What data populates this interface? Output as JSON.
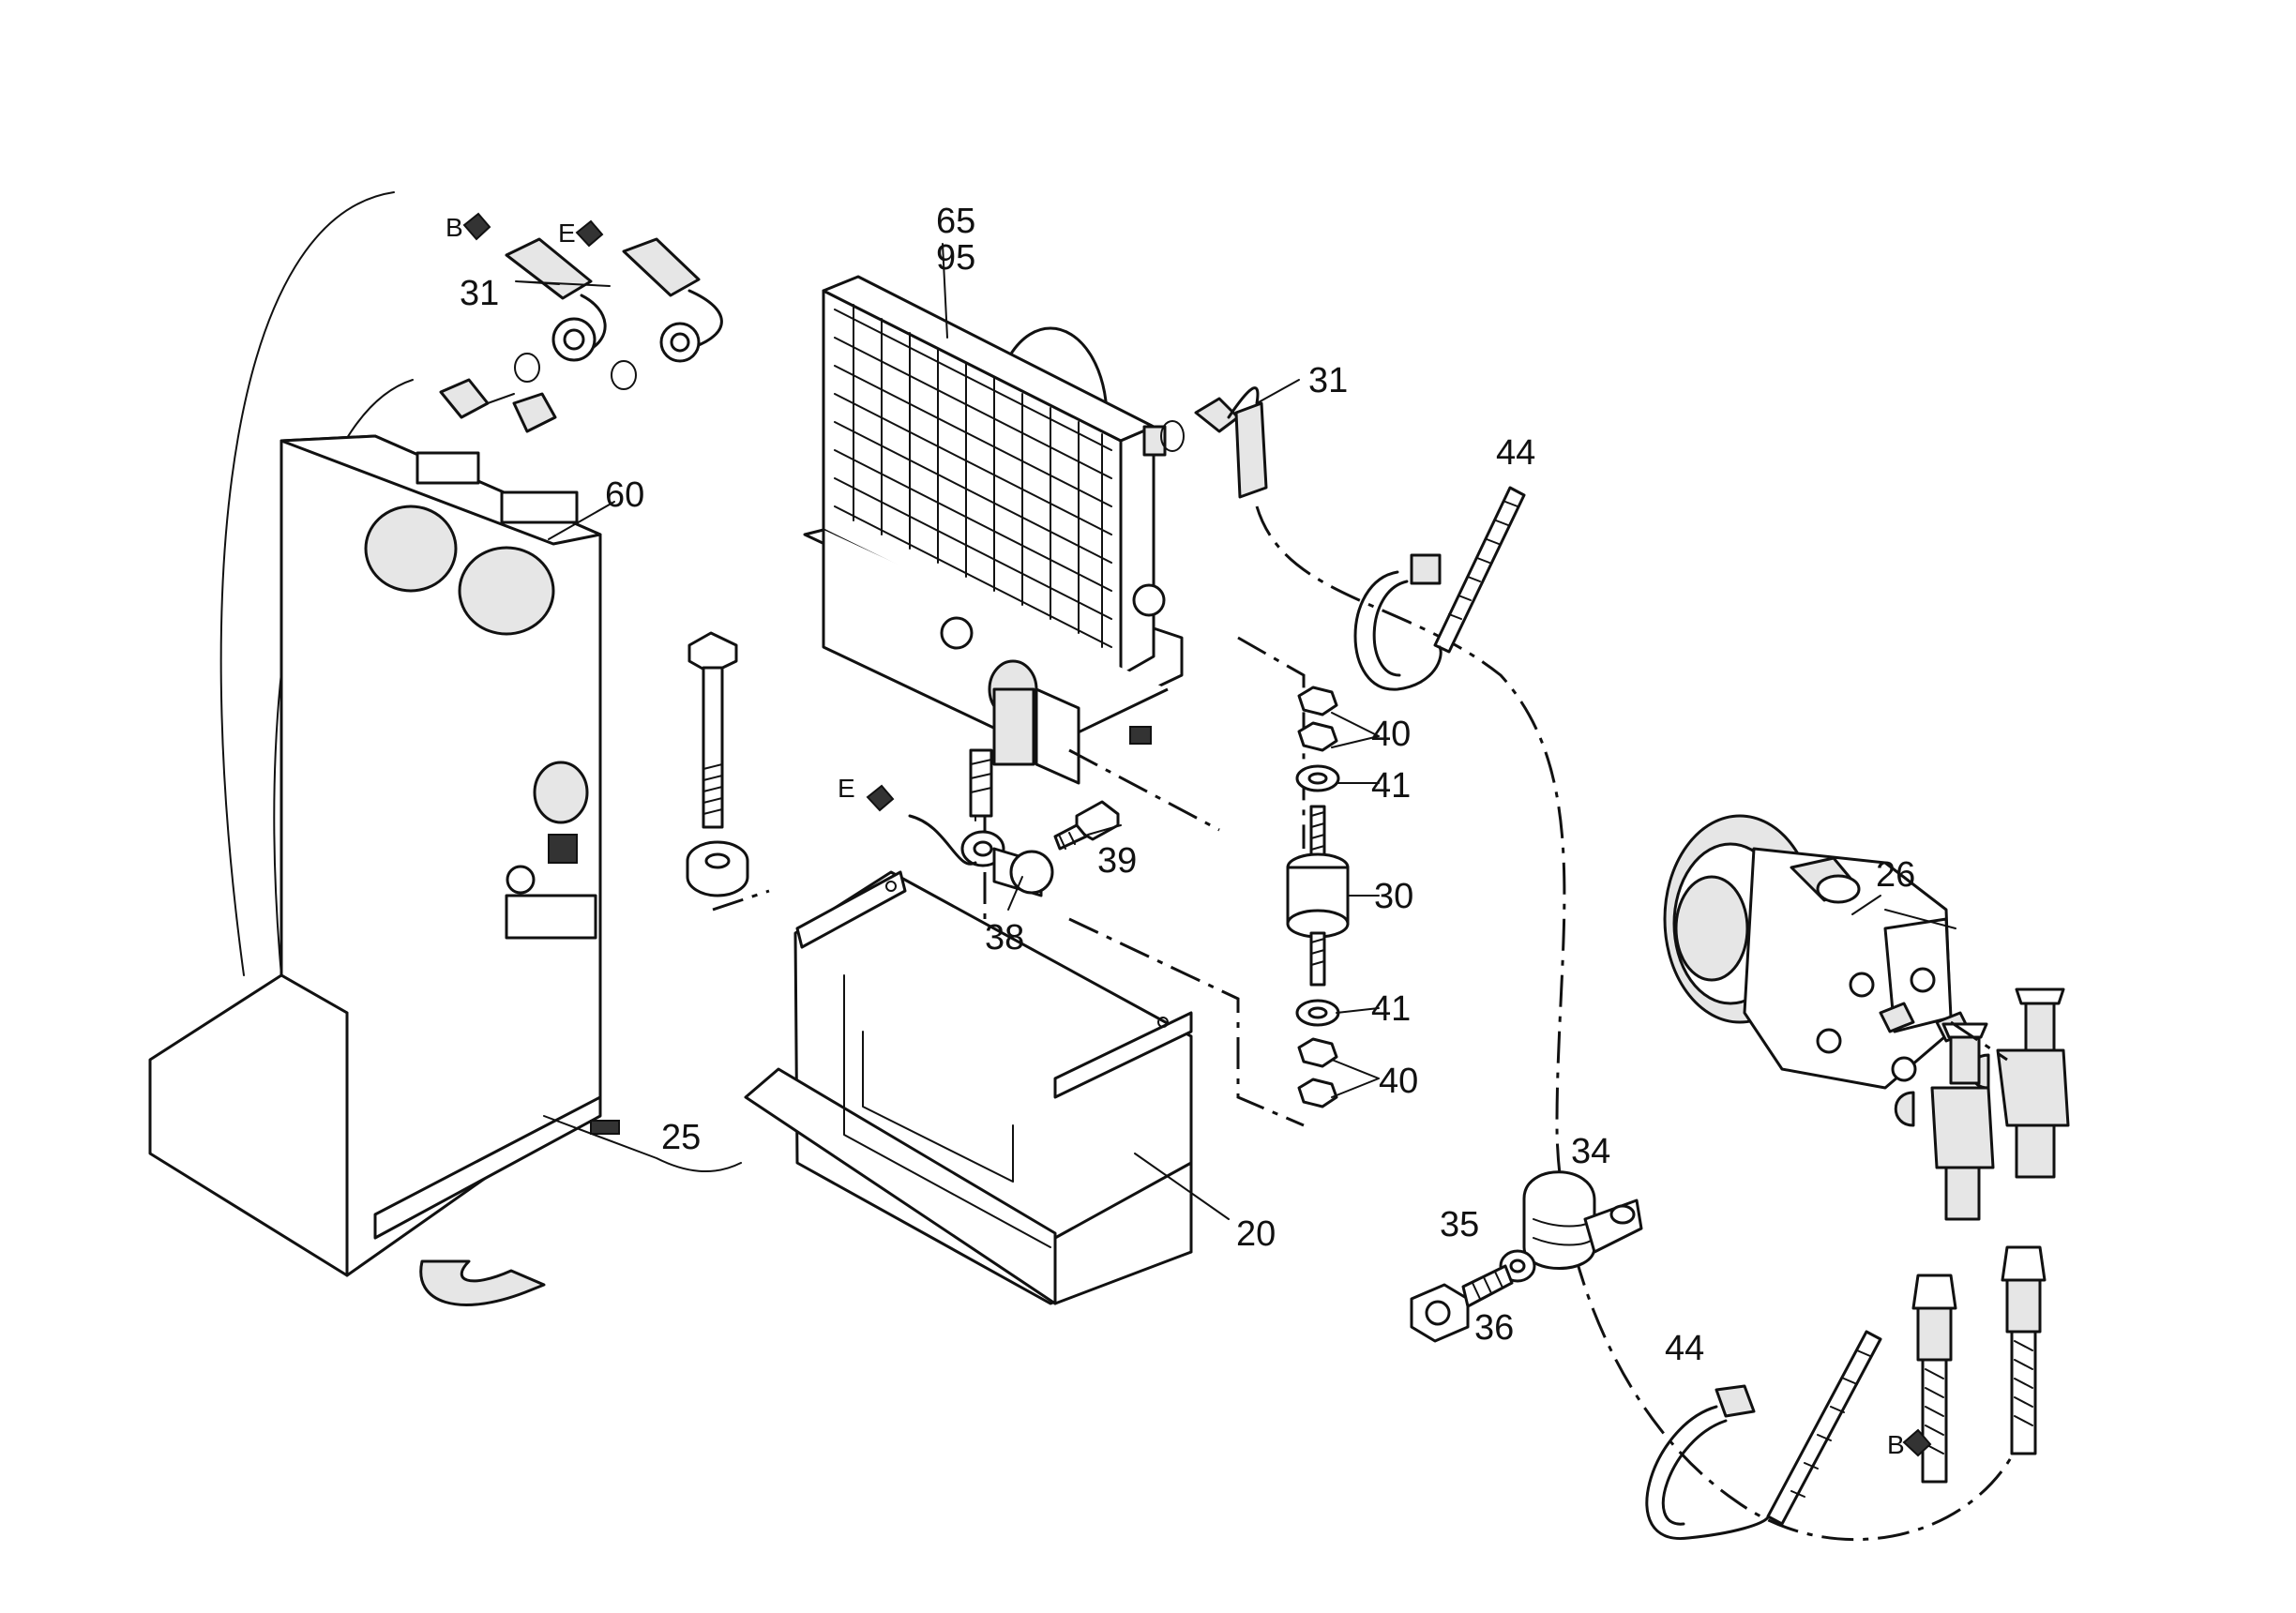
{
  "labels": {
    "l65": "65",
    "l95": "95",
    "l31a": "31",
    "l31b": "31",
    "l60": "60",
    "l44a": "44",
    "l44b": "44",
    "l40a": "40",
    "l40b": "40",
    "l41a": "41",
    "l41b": "41",
    "l30": "30",
    "l39": "39",
    "l38": "38",
    "l26": "26",
    "l25": "25",
    "l20": "20",
    "l34": "34",
    "l35": "35",
    "l36": "36"
  },
  "arrows": {
    "b_top": "B",
    "e_top": "E",
    "e_mid": "E",
    "b_bottom": "B"
  }
}
